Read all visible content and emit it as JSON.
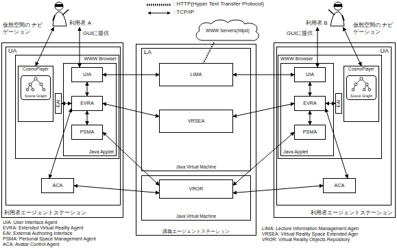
{
  "diagram": {
    "nodes": [
      {
        "text": [
          "WWW Servers(httpd)"
        ]
      },
      {
        "text": [
          "利用者 A"
        ]
      },
      {
        "text": [
          "利用者エージェントステーション"
        ]
      },
      {
        "text": [
          "UA"
        ],
        "in": 2
      },
      {
        "text": [
          "WWW Browser"
        ],
        "in": 3
      },
      {
        "text": [
          "CosmoPlayer"
        ],
        "in": 4
      },
      {
        "text": [
          "Scene Graph"
        ],
        "in": 5
      },
      {
        "text": [
          "Java Applet"
        ],
        "in": 4
      },
      {
        "text": [
          "UIA"
        ],
        "in": 7
      },
      {
        "text": [
          "EVRA"
        ],
        "in": 7
      },
      {
        "text": [
          "PSMA"
        ],
        "in": 7
      },
      {
        "text": [
          "EAI"
        ],
        "in": 4
      },
      {
        "text": [
          "ACA"
        ],
        "in": 3
      },
      {
        "text": [
          "講義エージェントステーション"
        ]
      },
      {
        "text": [
          "LA",
          "Java Virtual Machine"
        ],
        "in": 13
      },
      {
        "text": [
          "LIMA"
        ],
        "in": 14
      },
      {
        "text": [
          "VRSEA"
        ],
        "in": 14
      },
      {
        "text": [
          "Java Virtual Machine"
        ],
        "in": 13
      },
      {
        "text": [
          "VROR"
        ],
        "in": 17
      },
      {
        "text": [
          "利用者 B"
        ]
      },
      {
        "text": [
          "利用者エージェントステーション"
        ]
      },
      {
        "text": [
          "UA"
        ],
        "in": 20
      },
      {
        "text": [
          "WWW Browser"
        ],
        "in": 21
      },
      {
        "text": [
          "CosmoPlayer"
        ],
        "in": 22
      },
      {
        "text": [
          "Scene Graph"
        ],
        "in": 23
      },
      {
        "text": [
          "Java Applet"
        ],
        "in": 22
      },
      {
        "text": [
          "UIA"
        ],
        "in": 25
      },
      {
        "text": [
          "EVRA"
        ],
        "in": 25
      },
      {
        "text": [
          "PSMA"
        ],
        "in": 25
      },
      {
        "text": [
          "EAI"
        ],
        "in": 22
      },
      {
        "text": [
          "ACA"
        ],
        "in": 21
      }
    ],
    "edges": [
      {
        "from": 1,
        "to": 8,
        "label": "GUIに提供",
        "arrow": "both"
      },
      {
        "from": 1,
        "to": 5,
        "label": "仮想空間の ナビゲーション",
        "arrow": "both"
      },
      {
        "from": 8,
        "to": 9,
        "arrow": "both"
      },
      {
        "from": 9,
        "to": 10,
        "arrow": "both"
      },
      {
        "from": 9,
        "to": 11,
        "arrow": "both"
      },
      {
        "from": 9,
        "to": 12,
        "arrow": "both"
      },
      {
        "from": 8,
        "to": 15,
        "arrow": "both"
      },
      {
        "from": 9,
        "to": 16,
        "arrow": "both"
      },
      {
        "from": 10,
        "to": 18,
        "arrow": "both"
      },
      {
        "from": 12,
        "to": 18,
        "arrow": "both"
      },
      {
        "from": 0,
        "to": 15,
        "arrow": "none"
      },
      {
        "from": 19,
        "to": 26,
        "label": "GUIに提供",
        "arrow": "both"
      },
      {
        "from": 19,
        "to": 23,
        "label": "仮想空間の ナビゲーション",
        "arrow": "both"
      },
      {
        "from": 26,
        "to": 27,
        "arrow": "both"
      },
      {
        "from": 27,
        "to": 28,
        "arrow": "both"
      },
      {
        "from": 27,
        "to": 29,
        "arrow": "both"
      },
      {
        "from": 27,
        "to": 30,
        "arrow": "both"
      },
      {
        "from": 26,
        "to": 15,
        "arrow": "both"
      },
      {
        "from": 27,
        "to": 16,
        "arrow": "both"
      },
      {
        "from": 28,
        "to": 18,
        "arrow": "both"
      },
      {
        "from": 30,
        "to": 18,
        "arrow": "both"
      }
    ],
    "labels": [
      "UIA: User Interface Agent",
      "EVRA: Extended Virtual Reality Agent",
      "EAI: External Authoring Interface",
      "PSMA: Personal Space Management Agent",
      "ACA: Avatar Control Agent",
      "LIMA: Lecture Information Management Agen",
      "VRSEA: Virtual Reality Space Extended Ager",
      "VROR: Virtual Reality Objects Repository"
    ],
    "legend": [
      {
        "text": ": HTTP(Hyper Text Transfer Protocol)"
      },
      {
        "text": ": TCP/IP"
      }
    ]
  }
}
